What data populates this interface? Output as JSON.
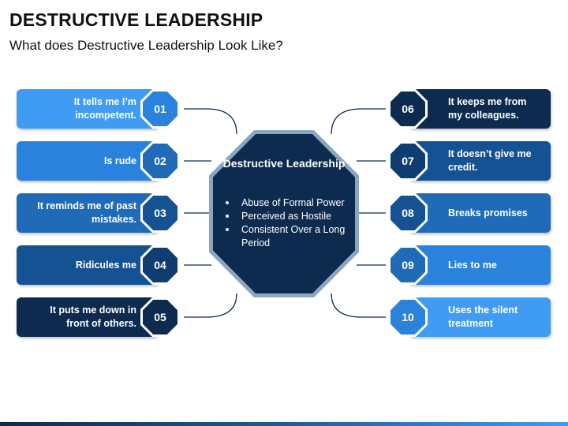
{
  "header": {
    "title": "DESTRUCTIVE LEADERSHIP",
    "subtitle": "What does Destructive Leadership Look Like?"
  },
  "center": {
    "title": "Destructive Leadership",
    "points": [
      "Abuse of Formal Power",
      "Perceived as Hostile",
      "Consistent Over a Long Period"
    ]
  },
  "left_items": [
    {
      "number": "01",
      "text": "It tells me I’m incompetent."
    },
    {
      "number": "02",
      "text": "Is rude"
    },
    {
      "number": "03",
      "text": "It reminds me of past mistakes."
    },
    {
      "number": "04",
      "text": "Ridicules me"
    },
    {
      "number": "05",
      "text": "It puts me down in front of others."
    }
  ],
  "right_items": [
    {
      "number": "06",
      "text": "It keeps me from my colleagues."
    },
    {
      "number": "07",
      "text": "It doesn’t give me credit."
    },
    {
      "number": "08",
      "text": "Breaks promises"
    },
    {
      "number": "09",
      "text": "Lies to me"
    },
    {
      "number": "10",
      "text": "Uses the silent treatment"
    }
  ],
  "colors": {
    "shade_1": "#3f9cf2",
    "shade_2": "#2b82dc",
    "shade_3": "#1f6bb8",
    "shade_4": "#155294",
    "shade_5": "#0d2b4e",
    "connector": "#0d2b4e"
  }
}
